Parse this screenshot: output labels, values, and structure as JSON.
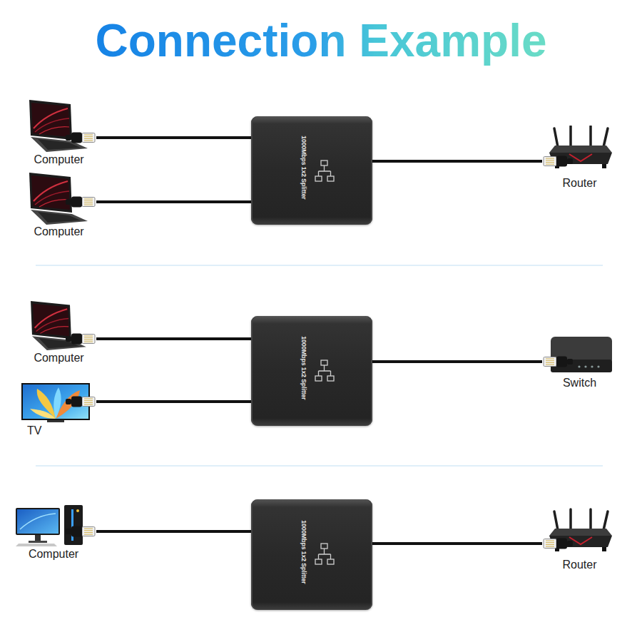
{
  "diagram": {
    "title": "Connection Example",
    "nodes": [
      {
        "text": [
          "Computer"
        ]
      },
      {
        "text": [
          "Computer"
        ]
      },
      {
        "text": [
          "1000Mbps 1x2 Splitter"
        ]
      },
      {
        "text": [
          "Router"
        ]
      },
      {
        "text": [
          "Computer"
        ]
      },
      {
        "text": [
          "TV"
        ]
      },
      {
        "text": [
          "1000Mbps 1x2 Splitter"
        ]
      },
      {
        "text": [
          "Switch"
        ]
      },
      {
        "text": [
          "Computer"
        ]
      },
      {
        "text": [
          "1000Mbps 1x2 Splitter"
        ]
      },
      {
        "text": [
          "Router"
        ]
      }
    ],
    "edges": [
      {
        "from": 0,
        "to": 2,
        "arrow": "none"
      },
      {
        "from": 1,
        "to": 2,
        "arrow": "none"
      },
      {
        "from": 2,
        "to": 3,
        "arrow": "none"
      },
      {
        "from": 4,
        "to": 6,
        "arrow": "none"
      },
      {
        "from": 5,
        "to": 6,
        "arrow": "none"
      },
      {
        "from": 6,
        "to": 7,
        "arrow": "none"
      },
      {
        "from": 8,
        "to": 9,
        "arrow": "none"
      },
      {
        "from": 9,
        "to": 10,
        "arrow": "none"
      }
    ]
  }
}
